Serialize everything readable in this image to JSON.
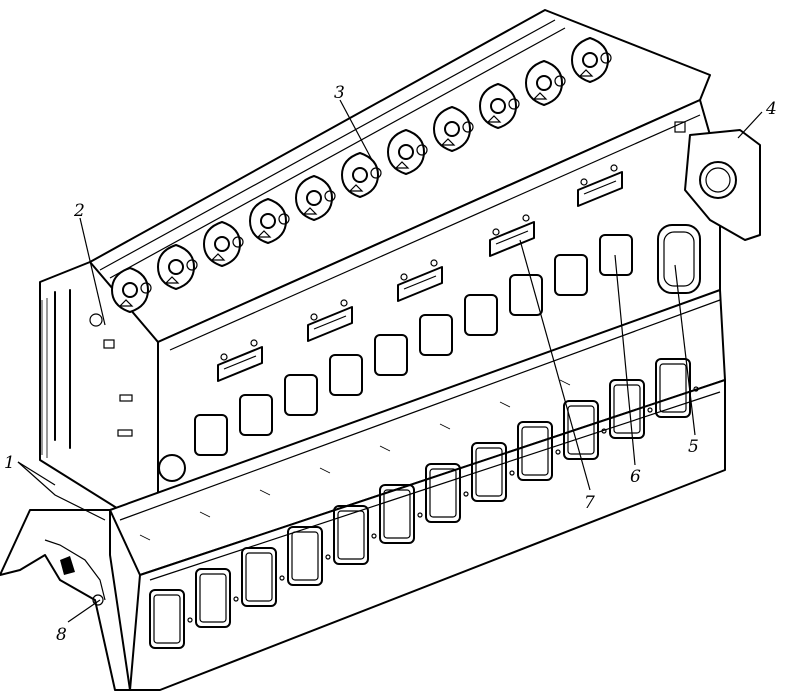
{
  "diagram": {
    "callouts": [
      {
        "id": "1",
        "label": "1"
      },
      {
        "id": "2",
        "label": "2"
      },
      {
        "id": "3",
        "label": "3"
      },
      {
        "id": "4",
        "label": "4"
      },
      {
        "id": "5",
        "label": "5"
      },
      {
        "id": "6",
        "label": "6"
      },
      {
        "id": "7",
        "label": "7"
      },
      {
        "id": "8",
        "label": "8"
      }
    ],
    "colors": {
      "ink": "#000000",
      "paper": "#ffffff"
    }
  }
}
